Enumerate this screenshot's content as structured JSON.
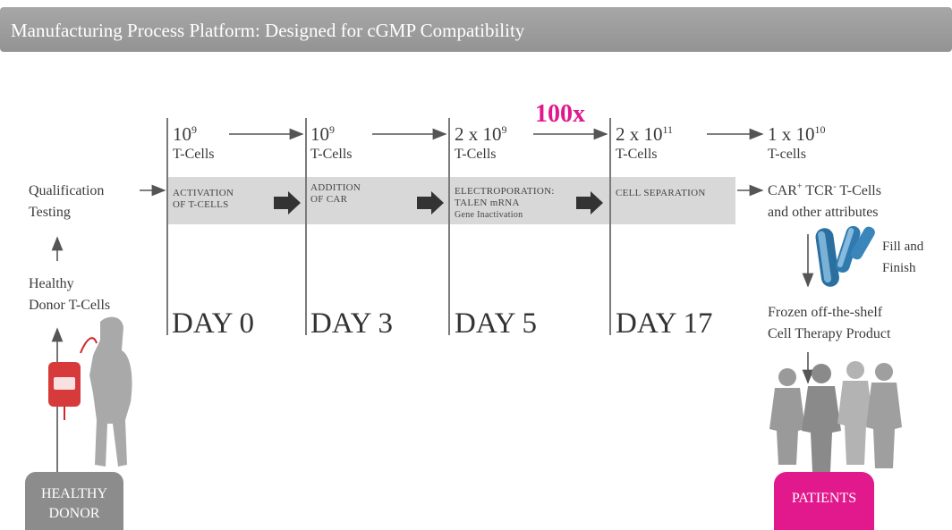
{
  "header": {
    "title": "Manufacturing Process Platform: Designed for cGMP Compatibility"
  },
  "counts": [
    {
      "base": "10",
      "exp": "9",
      "label": "T-Cells"
    },
    {
      "base": "10",
      "exp": "9",
      "label": "T-Cells"
    },
    {
      "base": "2 x 10",
      "exp": "9",
      "label": "T-Cells"
    },
    {
      "base": "2 x 10",
      "exp": "11",
      "label": "T-Cells"
    },
    {
      "base": "1 x 10",
      "exp": "10",
      "label": "T-cells"
    }
  ],
  "multiplier": "100x",
  "steps": [
    {
      "line1": "ACTIVATION",
      "line2": "OF T-CELLS",
      "line3": ""
    },
    {
      "line1": "ADDITION",
      "line2": "OF CAR",
      "line3": ""
    },
    {
      "line1": "ELECTROPORATION:",
      "line2": "TALEN mRNA",
      "line3": "Gene Inactivation"
    },
    {
      "line1": "CELL SEPARATION",
      "line2": "",
      "line3": ""
    }
  ],
  "days": [
    "DAY 0",
    "DAY 3",
    "DAY 5",
    "DAY 17"
  ],
  "left": {
    "qualification_1": "Qualification",
    "qualification_2": "Testing",
    "donor_cells_1": "Healthy",
    "donor_cells_2": "Donor T-Cells",
    "badge_1": "HEALTHY",
    "badge_2": "DONOR"
  },
  "right": {
    "car": "CAR",
    "car_sup": "+",
    "tcr": " TCR",
    "tcr_sup": "-",
    "tcells": " T-Cells",
    "attributes": "and other attributes",
    "fill_1": "Fill and",
    "fill_2": "Finish",
    "product_1": "Frozen off-the-shelf",
    "product_2": "Cell Therapy Product",
    "badge": "PATIENTS"
  },
  "colors": {
    "accent": "#e2198c",
    "header": "#9d9d9d",
    "band": "#d8d8d8",
    "tube": "#2a6fa0"
  }
}
